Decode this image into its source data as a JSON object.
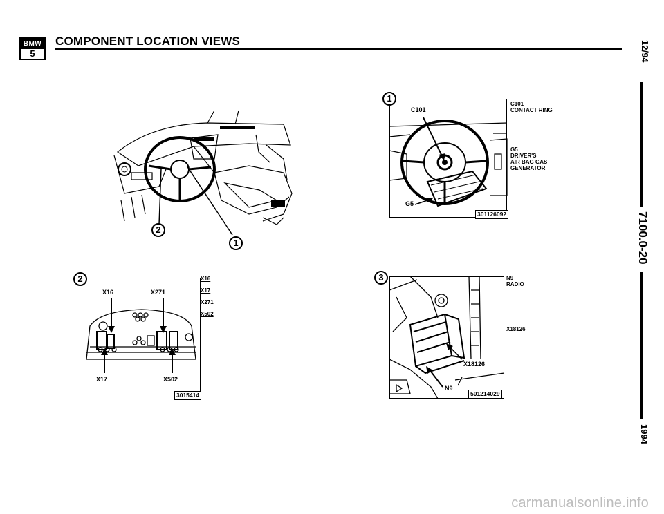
{
  "header": {
    "logo_brand": "BMW",
    "logo_series": "5",
    "title": "COMPONENT LOCATION VIEWS"
  },
  "side": {
    "date": "12/94",
    "section": "7100.0-20",
    "year": "1994"
  },
  "overview": {
    "callout_1": "1",
    "callout_2": "2"
  },
  "view1": {
    "callout": "1",
    "connector_label": "C101",
    "generator_label": "G5",
    "legend": [
      "C101",
      "CONTACT RING",
      "G5",
      "DRIVER'S",
      "AIR BAG GAS",
      "GENERATOR"
    ],
    "ref": "301126092"
  },
  "view2": {
    "callout": "2",
    "labels": [
      "X16",
      "X271",
      "X17",
      "X502"
    ],
    "legend": [
      "X16",
      "X17",
      "X271",
      "X502"
    ],
    "ref": "3015414"
  },
  "view3": {
    "callout": "3",
    "labels": [
      "X18126",
      "N9"
    ],
    "legend": [
      "N9",
      "RADIO",
      "X18126"
    ],
    "ref": "501214029"
  },
  "watermark": "carmanualsonline.info"
}
